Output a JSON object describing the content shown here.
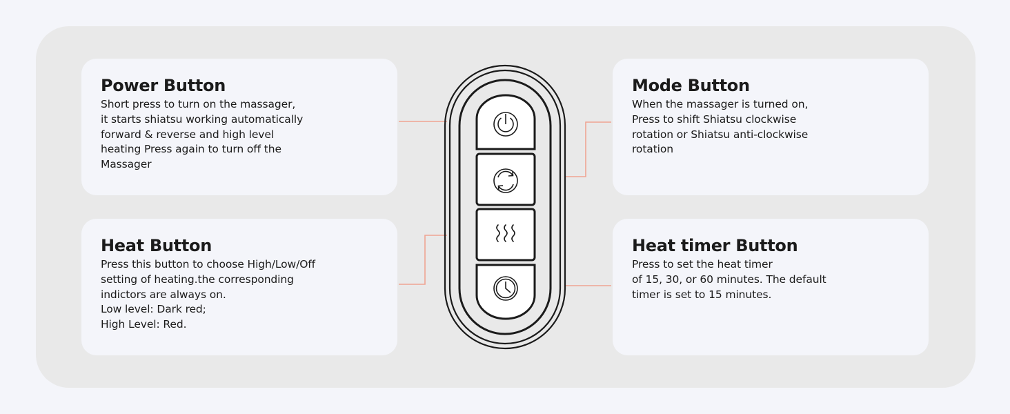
{
  "colors": {
    "background": "#f4f5fa",
    "panel": "#e9e9e9",
    "card": "#f4f5fa",
    "connector": "#f0a493",
    "outline": "#1b1b1b"
  },
  "cards": {
    "power": {
      "title": "Power Button",
      "body": "Short press to turn on the massager,\nit starts shiatsu working automatically\nforward & reverse and high level\nheating Press again to turn off the\nMassager"
    },
    "heat": {
      "title": "Heat Button",
      "body": "Press this button to choose High/Low/Off\nsetting of heating.the corresponding\nindictors are always on.\nLow level: Dark red;\nHigh Level: Red."
    },
    "mode": {
      "title": "Mode Button",
      "body": "When the massager is turned on,\nPress to shift Shiatsu clockwise\nrotation or Shiatsu anti-clockwise\nrotation"
    },
    "timer": {
      "title": "Heat timer Button",
      "body": "Press to set the heat timer\nof 15, 30, or 60 minutes. The default\ntimer is set to 15 minutes."
    }
  },
  "remote": {
    "buttons": [
      {
        "icon": "power-icon"
      },
      {
        "icon": "rotation-icon"
      },
      {
        "icon": "heat-waves-icon"
      },
      {
        "icon": "clock-icon"
      }
    ]
  }
}
